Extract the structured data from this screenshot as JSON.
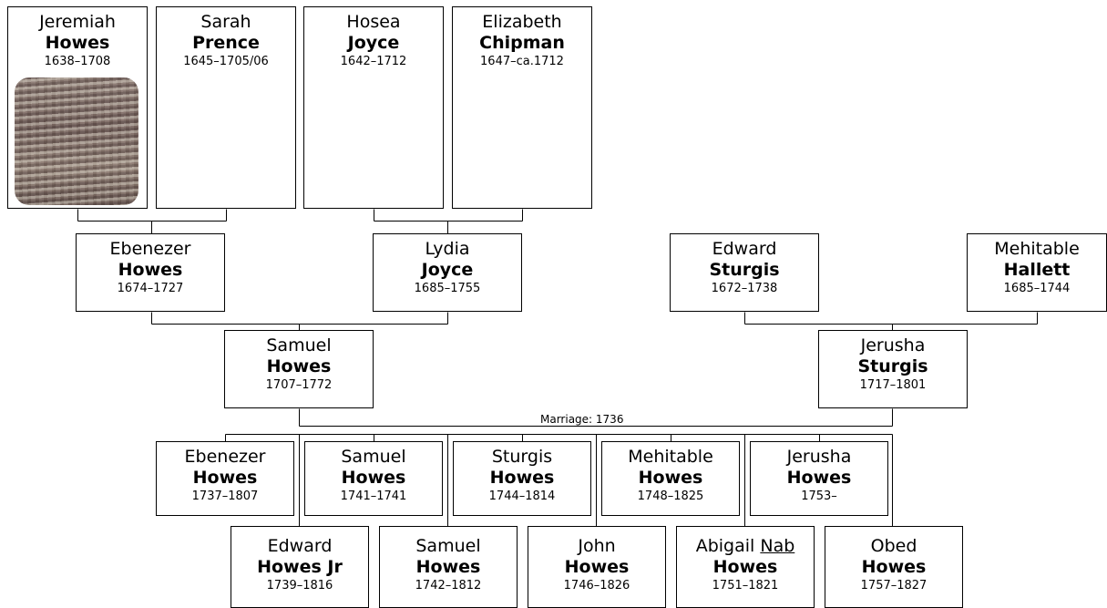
{
  "people": [
    {
      "id": "jeremiah-howes",
      "given": "Jeremiah",
      "surname": "Howes",
      "dates": "1638–1708"
    },
    {
      "id": "sarah-prence",
      "given": "Sarah",
      "surname": "Prence",
      "dates": "1645–1705/06"
    },
    {
      "id": "hosea-joyce",
      "given": "Hosea",
      "surname": "Joyce",
      "dates": "1642–1712"
    },
    {
      "id": "elizabeth-chipman",
      "given": "Elizabeth",
      "surname": "Chipman",
      "dates": "1647–ca.1712"
    },
    {
      "id": "ebenezer-howes",
      "given": "Ebenezer",
      "surname": "Howes",
      "dates": "1674–1727"
    },
    {
      "id": "lydia-joyce",
      "given": "Lydia",
      "surname": "Joyce",
      "dates": "1685–1755"
    },
    {
      "id": "edward-sturgis",
      "given": "Edward",
      "surname": "Sturgis",
      "dates": "1672–1738"
    },
    {
      "id": "mehitable-hallett",
      "given": "Mehitable",
      "surname": "Hallett",
      "dates": "1685–1744"
    },
    {
      "id": "samuel-howes",
      "given": "Samuel",
      "surname": "Howes",
      "dates": "1707–1772"
    },
    {
      "id": "jerusha-sturgis",
      "given": "Jerusha",
      "surname": "Sturgis",
      "dates": "1717–1801"
    },
    {
      "id": "child-ebenezer-howes",
      "given": "Ebenezer",
      "surname": "Howes",
      "dates": "1737–1807"
    },
    {
      "id": "child-samuel-howes-1741",
      "given": "Samuel",
      "surname": "Howes",
      "dates": "1741–1741"
    },
    {
      "id": "child-sturgis-howes",
      "given": "Sturgis",
      "surname": "Howes",
      "dates": "1744–1814"
    },
    {
      "id": "child-mehitable-howes",
      "given": "Mehitable",
      "surname": "Howes",
      "dates": "1748–1825"
    },
    {
      "id": "child-jerusha-howes",
      "given": "Jerusha",
      "surname": "Howes",
      "dates": "1753–"
    },
    {
      "id": "child-edward-howes-jr",
      "given": "Edward",
      "surname": "Howes Jr",
      "dates": "1739–1816"
    },
    {
      "id": "child-samuel-howes-1742",
      "given": "Samuel",
      "surname": "Howes",
      "dates": "1742–1812"
    },
    {
      "id": "child-john-howes",
      "given": "John",
      "surname": "Howes",
      "dates": "1746–1826"
    },
    {
      "id": "child-abigail-howes",
      "given": "Abigail",
      "nickname": "Nab",
      "surname": "Howes",
      "dates": "1751–1821"
    },
    {
      "id": "child-obed-howes",
      "given": "Obed",
      "surname": "Howes",
      "dates": "1757–1827"
    }
  ],
  "marriage": {
    "label": "Marriage: 1736"
  }
}
